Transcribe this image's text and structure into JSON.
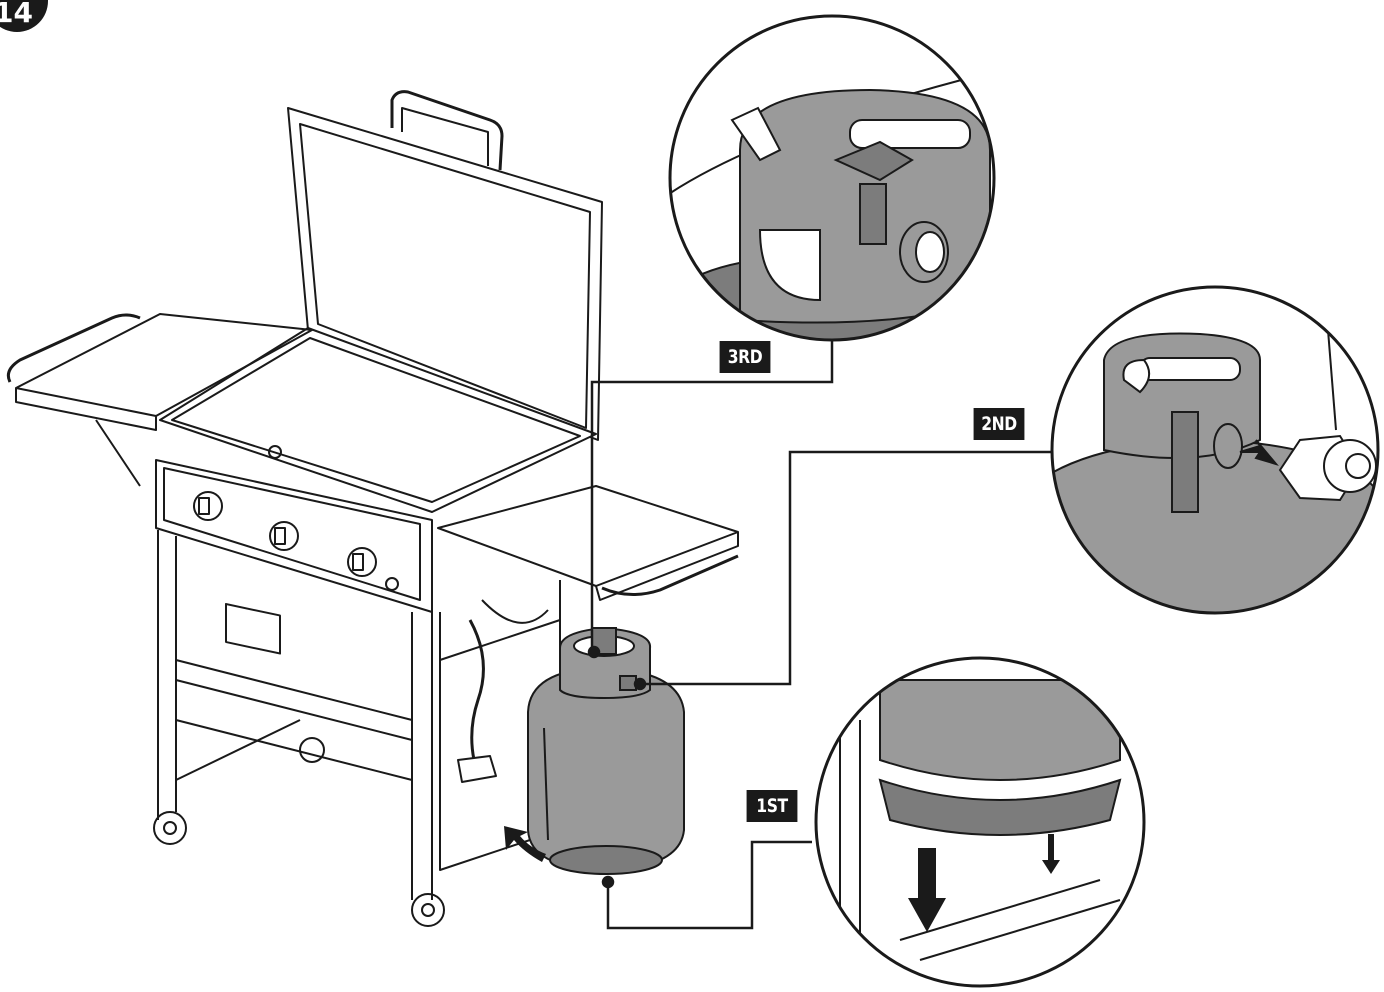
{
  "step_badge": {
    "number": "14"
  },
  "callouts": {
    "first": "1ST",
    "second": "2ND",
    "third": "3RD"
  },
  "colors": {
    "line": "#1a1a1a",
    "tank_fill": "#9a9a9a",
    "tank_dark": "#7c7c7c",
    "label_bg": "#1a1a1a",
    "label_text": "#ffffff"
  }
}
